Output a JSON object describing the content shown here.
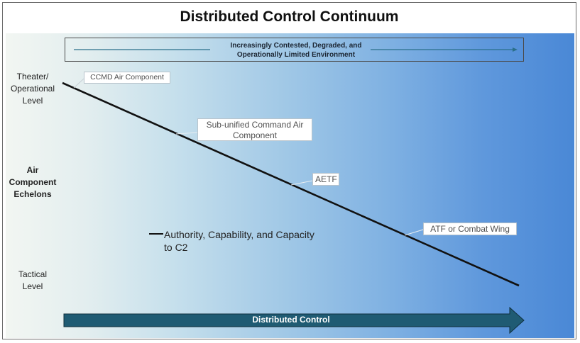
{
  "title": "Distributed Control Continuum",
  "environment": {
    "line1": "Increasingly Contested, Degraded, and",
    "line2": "Operationally Limited Environment"
  },
  "left_axis": {
    "top_line1": "Theater/",
    "top_line2": "Operational",
    "top_line3": "Level",
    "middle_line1": "Air",
    "middle_line2": "Component",
    "middle_line3": "Echelons",
    "bottom_line1": "Tactical",
    "bottom_line2": "Level"
  },
  "callouts": {
    "ccmd": "CCMD Air Component",
    "subunified_line1": "Sub-unified Command Air",
    "subunified_line2": "Component",
    "aetf": "AETF",
    "atf": "ATF or Combat Wing"
  },
  "legend": {
    "line1": "Authority, Capability, and Capacity",
    "line2": "to C2"
  },
  "bottom_arrow": {
    "label": "Distributed Control"
  },
  "colors": {
    "arrow_fill": "#1f5b73",
    "arrow_border": "#0f2f3d",
    "line": "#111111",
    "env_arrow": "#2a6f8a"
  }
}
